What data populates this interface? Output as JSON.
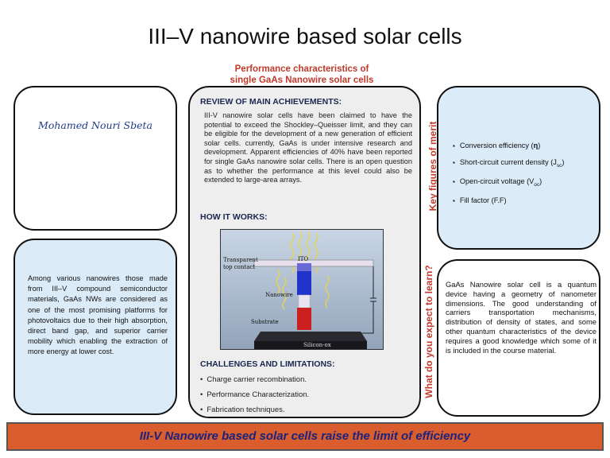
{
  "title": "III–V nanowire based solar cells",
  "subtitle": {
    "line1": "Performance characteristics of",
    "line2": "single GaAs  Nanowire solar cells"
  },
  "author": "Mohamed Nouri Sbeta",
  "intro": "Among various nanowires those made from III–V compound semiconductor materials, GaAs NWs are considered as one of the most promising platforms for photovoltaics due to their high absorption, direct band gap, and superior carrier mobility which enabling the extraction of more energy at lower cost.",
  "review": {
    "heading": "REVIEW OF MAIN ACHIEVEMENTS:",
    "text": "III-V nanowire solar cells have been claimed to have the potential to exceed the Shockley–Queisser limit, and they can be eligible for the development of a new generation of efficient solar cells. currently, GaAs is under intensive research and development. Apparent efficiencies of 40% have been reported for single GaAs nanowire solar cells. There is an open question as to whether the performance at this level could also be extended to large-area arrays."
  },
  "how": {
    "heading": "HOW IT WORKS:",
    "figure_labels": {
      "contact": "Transparent top contact",
      "ito": "ITO",
      "nanowire": "Nanowire",
      "substrate": "Substrate",
      "silicon": "Silicon-ox"
    }
  },
  "challenges": {
    "heading": "CHALLENGES AND LIMITATIONS:",
    "items": [
      "Charge carrier recombination.",
      "Performance Characterization.",
      "Fabrication techniques."
    ]
  },
  "merit": {
    "side_label": "Key figures of merit",
    "items": [
      {
        "text": "Conversion efficiency (",
        "sym": "η",
        "close": ")"
      },
      {
        "text": "Short-circuit current density (J",
        "sub": "sc",
        "close": ")"
      },
      {
        "text": "Open-circuit voltage (V",
        "sub": "oc",
        "close": ")"
      },
      {
        "text": "Fill factor (F.F)"
      }
    ]
  },
  "learn": {
    "side_label": "What do you expect to learn?",
    "text": "GaAs Nanowire solar cell is a quantum device having a geometry of nanometer dimensions. The good understanding of carriers transportation mechanisms, distribution of density of states, and some other quantum characteristics of the device requires a good knowledge which some of it is included in the course material."
  },
  "banner": "III-V Nanowire based solar cells raise the limit of efficiency",
  "colors": {
    "accent_red": "#c0392b",
    "panel_blue": "#dcebf8",
    "banner_orange": "#d95d2d",
    "banner_text": "#1a237e"
  }
}
